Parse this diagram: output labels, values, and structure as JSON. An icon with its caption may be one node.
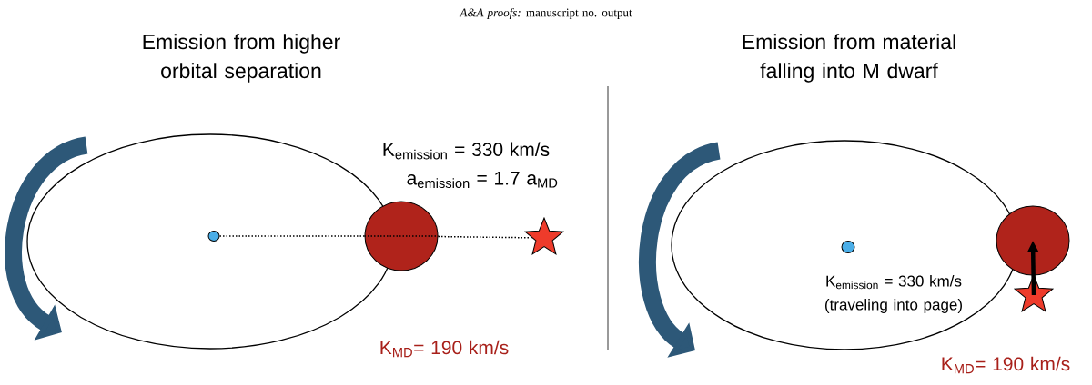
{
  "diagram": {
    "nodes": [
      {
        "text": [],
        "shape": "circle"
      },
      {
        "text": [],
        "shape": "circle"
      },
      {
        "text": [],
        "shape": "star"
      },
      {
        "text": [],
        "shape": "circle"
      },
      {
        "text": [],
        "shape": "circle"
      },
      {
        "text": [],
        "shape": "star"
      }
    ],
    "edges": [
      {
        "from": 0,
        "to": 1,
        "arrow": "none",
        "style": "dashed"
      },
      {
        "from": 1,
        "to": 2,
        "arrow": "none",
        "style": "dashed"
      },
      {
        "from": 5,
        "to": 4,
        "arrow": "to",
        "style": "thick"
      }
    ],
    "labels": [
      "*A&A proofs:* manuscript no. output",
      "Emission from higher orbital separation",
      "Emission from material falling into M dwarf",
      "K$_{emission}$ = 330 km/s",
      "a$_{emission}$ = 1.7 a$_{MD}$",
      "K$_{emission}$ = 330 km/s (traveling into page)",
      "K$_{MD}$= 190 km/s",
      "K$_{MD}$= 190 km/s"
    ]
  }
}
